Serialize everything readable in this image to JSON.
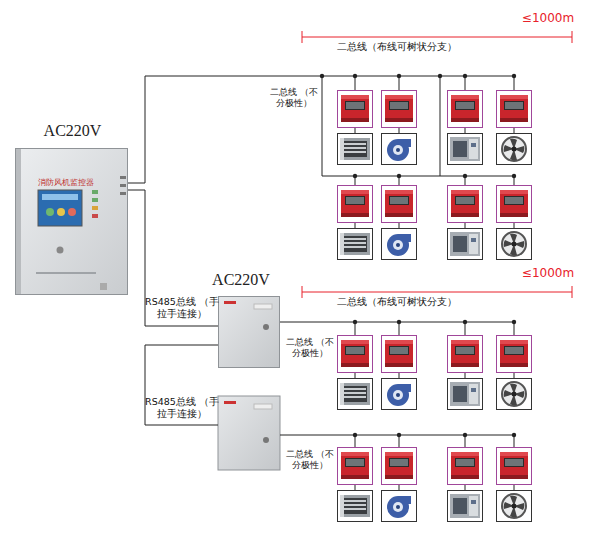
{
  "diagram": {
    "nodes": [
      {
        "text": [
          "AC220V",
          "消防风机监控器"
        ]
      },
      {
        "text": [
          "AC220V"
        ]
      }
    ],
    "edges": [
      {
        "from": 0,
        "to": 1,
        "arrow": "none",
        "label": "RS485总线 （手拉手连接）"
      }
    ],
    "labels": [
      "≤1000m",
      "二总线（布线可树状分支）",
      "二总线 （不分极性）",
      "≤1000m",
      "二总线（布线可树状分支）",
      "二总线 （不分极性）",
      "RS485总线 （手拉手连接）",
      "二总线 （不分极性）"
    ]
  }
}
